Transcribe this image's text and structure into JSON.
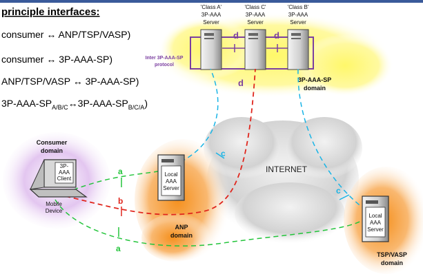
{
  "title": "principle interfaces:",
  "interfaces": [
    {
      "text": "consumer ↔ ANP/TSP/VASP)"
    },
    {
      "text": "consumer ↔ 3P-AAA-SP)"
    },
    {
      "text": "ANP/TSP/VASP ↔ 3P-AAA-SP)"
    },
    {
      "prefix": "3P-AAA-SP",
      "sub1": "A/B/C",
      "mid": "↔3P-AAA-SP",
      "sub2": "B/C/A",
      "suffix": ")"
    }
  ],
  "servers": [
    {
      "label1": "'Class A'",
      "label2": "3P-AAA",
      "label3": "Server"
    },
    {
      "label1": "'Class C'",
      "label2": "3P-AAA",
      "label3": "Server"
    },
    {
      "label1": "'Class B'",
      "label2": "3P-AAA",
      "label3": "Server"
    }
  ],
  "inter_protocol": {
    "line1": "Inter 3P-AAA-SP",
    "line2": "protocol"
  },
  "domains": {
    "sp": {
      "line1": "3P-AAA-SP",
      "line2": "domain"
    },
    "consumer": {
      "line1": "Consumer",
      "line2": "domain"
    },
    "anp": {
      "line1": "ANP",
      "line2": "domain"
    },
    "tsp": {
      "line1": "TSP/VASP",
      "line2": "domain"
    }
  },
  "internet": "INTERNET",
  "client": {
    "line1": "3P-",
    "line2": "AAA",
    "line3": "Client",
    "device1": "Mobile",
    "device2": "Device"
  },
  "local_server": {
    "line1": "Local",
    "line2": "AAA",
    "line3": "Server"
  },
  "labels": {
    "d": "d",
    "a": "a",
    "b": "b",
    "c": "c"
  },
  "colors": {
    "a": "#22c43a",
    "b": "#e0261d",
    "c": "#18b4e6",
    "d": "#7b3fa0"
  }
}
